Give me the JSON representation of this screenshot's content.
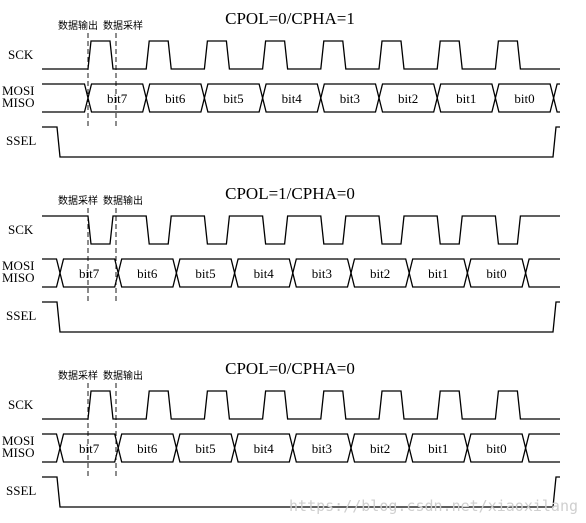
{
  "signals": {
    "sck": "SCK",
    "mosi": "MOSI",
    "miso": "MISO",
    "ssel": "SSEL"
  },
  "annotations": {
    "output": "数据输出",
    "sample": "数据采样"
  },
  "bits": [
    "bit7",
    "bit6",
    "bit5",
    "bit4",
    "bit3",
    "bit2",
    "bit1",
    "bit0"
  ],
  "panels": [
    {
      "title": "CPOL=0/CPHA=1",
      "cpol": 0,
      "cpha": 1,
      "first_annotation": "output",
      "second_annotation": "sample"
    },
    {
      "title": "CPOL=1/CPHA=0",
      "cpol": 1,
      "cpha": 0,
      "first_annotation": "sample",
      "second_annotation": "output"
    },
    {
      "title": "CPOL=0/CPHA=0",
      "cpol": 0,
      "cpha": 0,
      "first_annotation": "sample",
      "second_annotation": "output"
    }
  ],
  "watermark": "https://blog.csdn.net/xiaoxilang"
}
